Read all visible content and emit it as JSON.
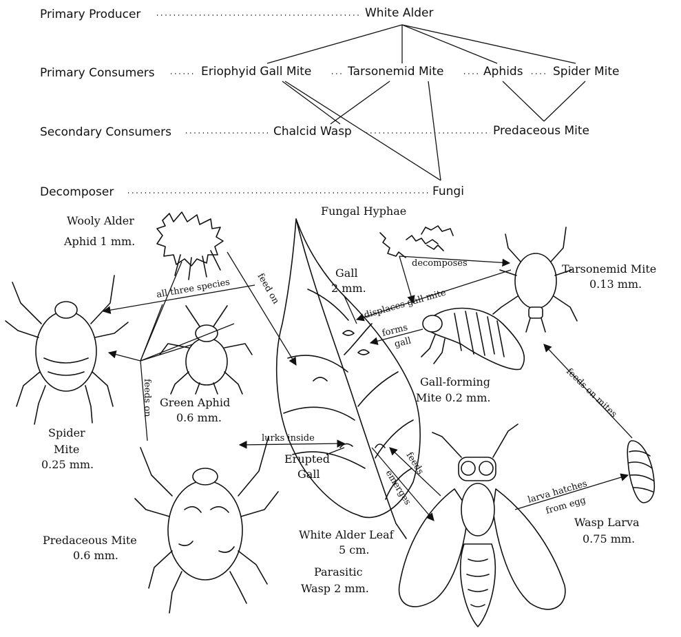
{
  "food_web": {
    "levels": {
      "primary_producer": "Primary Producer",
      "primary_consumers": "Primary Consumers",
      "secondary_consumers": "Secondary Consumers",
      "decomposer": "Decomposer"
    },
    "nodes": {
      "white_alder": "White Alder",
      "eriophyid_gall_mite": "Eriophyid Gall Mite",
      "tarsonemid_mite": "Tarsonemid Mite",
      "aphids": "Aphids",
      "spider_mite": "Spider Mite",
      "chalcid_wasp": "Chalcid Wasp",
      "predaceous_mite": "Predaceous Mite",
      "fungi": "Fungi"
    }
  },
  "organisms": {
    "fungal_hyphae": "Fungal Hyphae",
    "wooly_aphid_name": "Wooly Alder",
    "wooly_aphid_size": "Aphid 1 mm.",
    "spider_mite_name1": "Spider",
    "spider_mite_name2": "Mite",
    "spider_mite_size": "0.25 mm.",
    "green_aphid_name": "Green Aphid",
    "green_aphid_size": "0.6 mm.",
    "gall_name": "Gall",
    "gall_size": "2 mm.",
    "tarsonemid_name": "Tarsonemid Mite",
    "tarsonemid_size": "0.13 mm.",
    "gall_mite_name": "Gall-forming",
    "gall_mite_size": "Mite  0.2 mm.",
    "erupted_gall_1": "Erupted",
    "erupted_gall_2": "Gall",
    "predaceous_name": "Predaceous Mite",
    "predaceous_size": "0.6 mm.",
    "leaf_name": "White Alder Leaf",
    "leaf_size": "5 cm.",
    "wasp_name": "Parasitic",
    "wasp_size": "Wasp 2 mm.",
    "larva_name": "Wasp Larva",
    "larva_size": "0.75 mm."
  },
  "relations": {
    "all_three_species": "all three species",
    "feed_on": "feed on",
    "feeds_on": "feeds on",
    "decomposes": "decomposes",
    "displaces_gall_mite": "displaces gall mite",
    "forms": "forms",
    "gall": "gall",
    "lurks_inside": "lurks inside",
    "feeds": "feeds",
    "emerges": "emerges",
    "feeds_on_mites": "feeds on mites",
    "larva_hatches": "larva hatches",
    "from_egg": "from egg"
  }
}
